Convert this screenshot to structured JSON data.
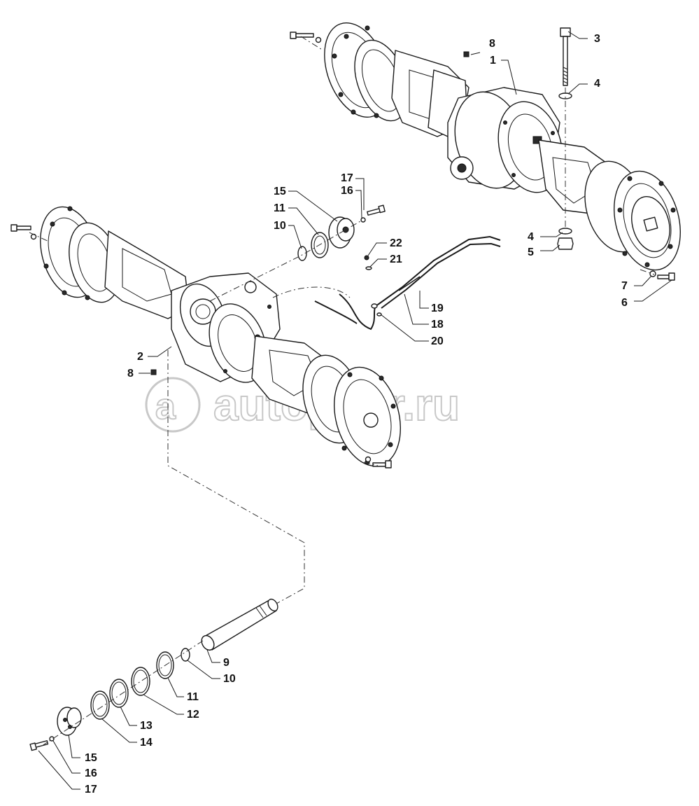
{
  "watermark": {
    "text": "autopiter.ru"
  },
  "callouts": {
    "rear_axle": [
      "8",
      "1",
      "3",
      "4",
      "4",
      "5",
      "7",
      "6"
    ],
    "front_axle": [
      "17",
      "16",
      "15",
      "11",
      "10",
      "22",
      "21",
      "19",
      "18",
      "20",
      "2",
      "8"
    ],
    "shaft_group": [
      "9",
      "10",
      "11",
      "12",
      "13",
      "14",
      "15",
      "16",
      "17"
    ]
  }
}
